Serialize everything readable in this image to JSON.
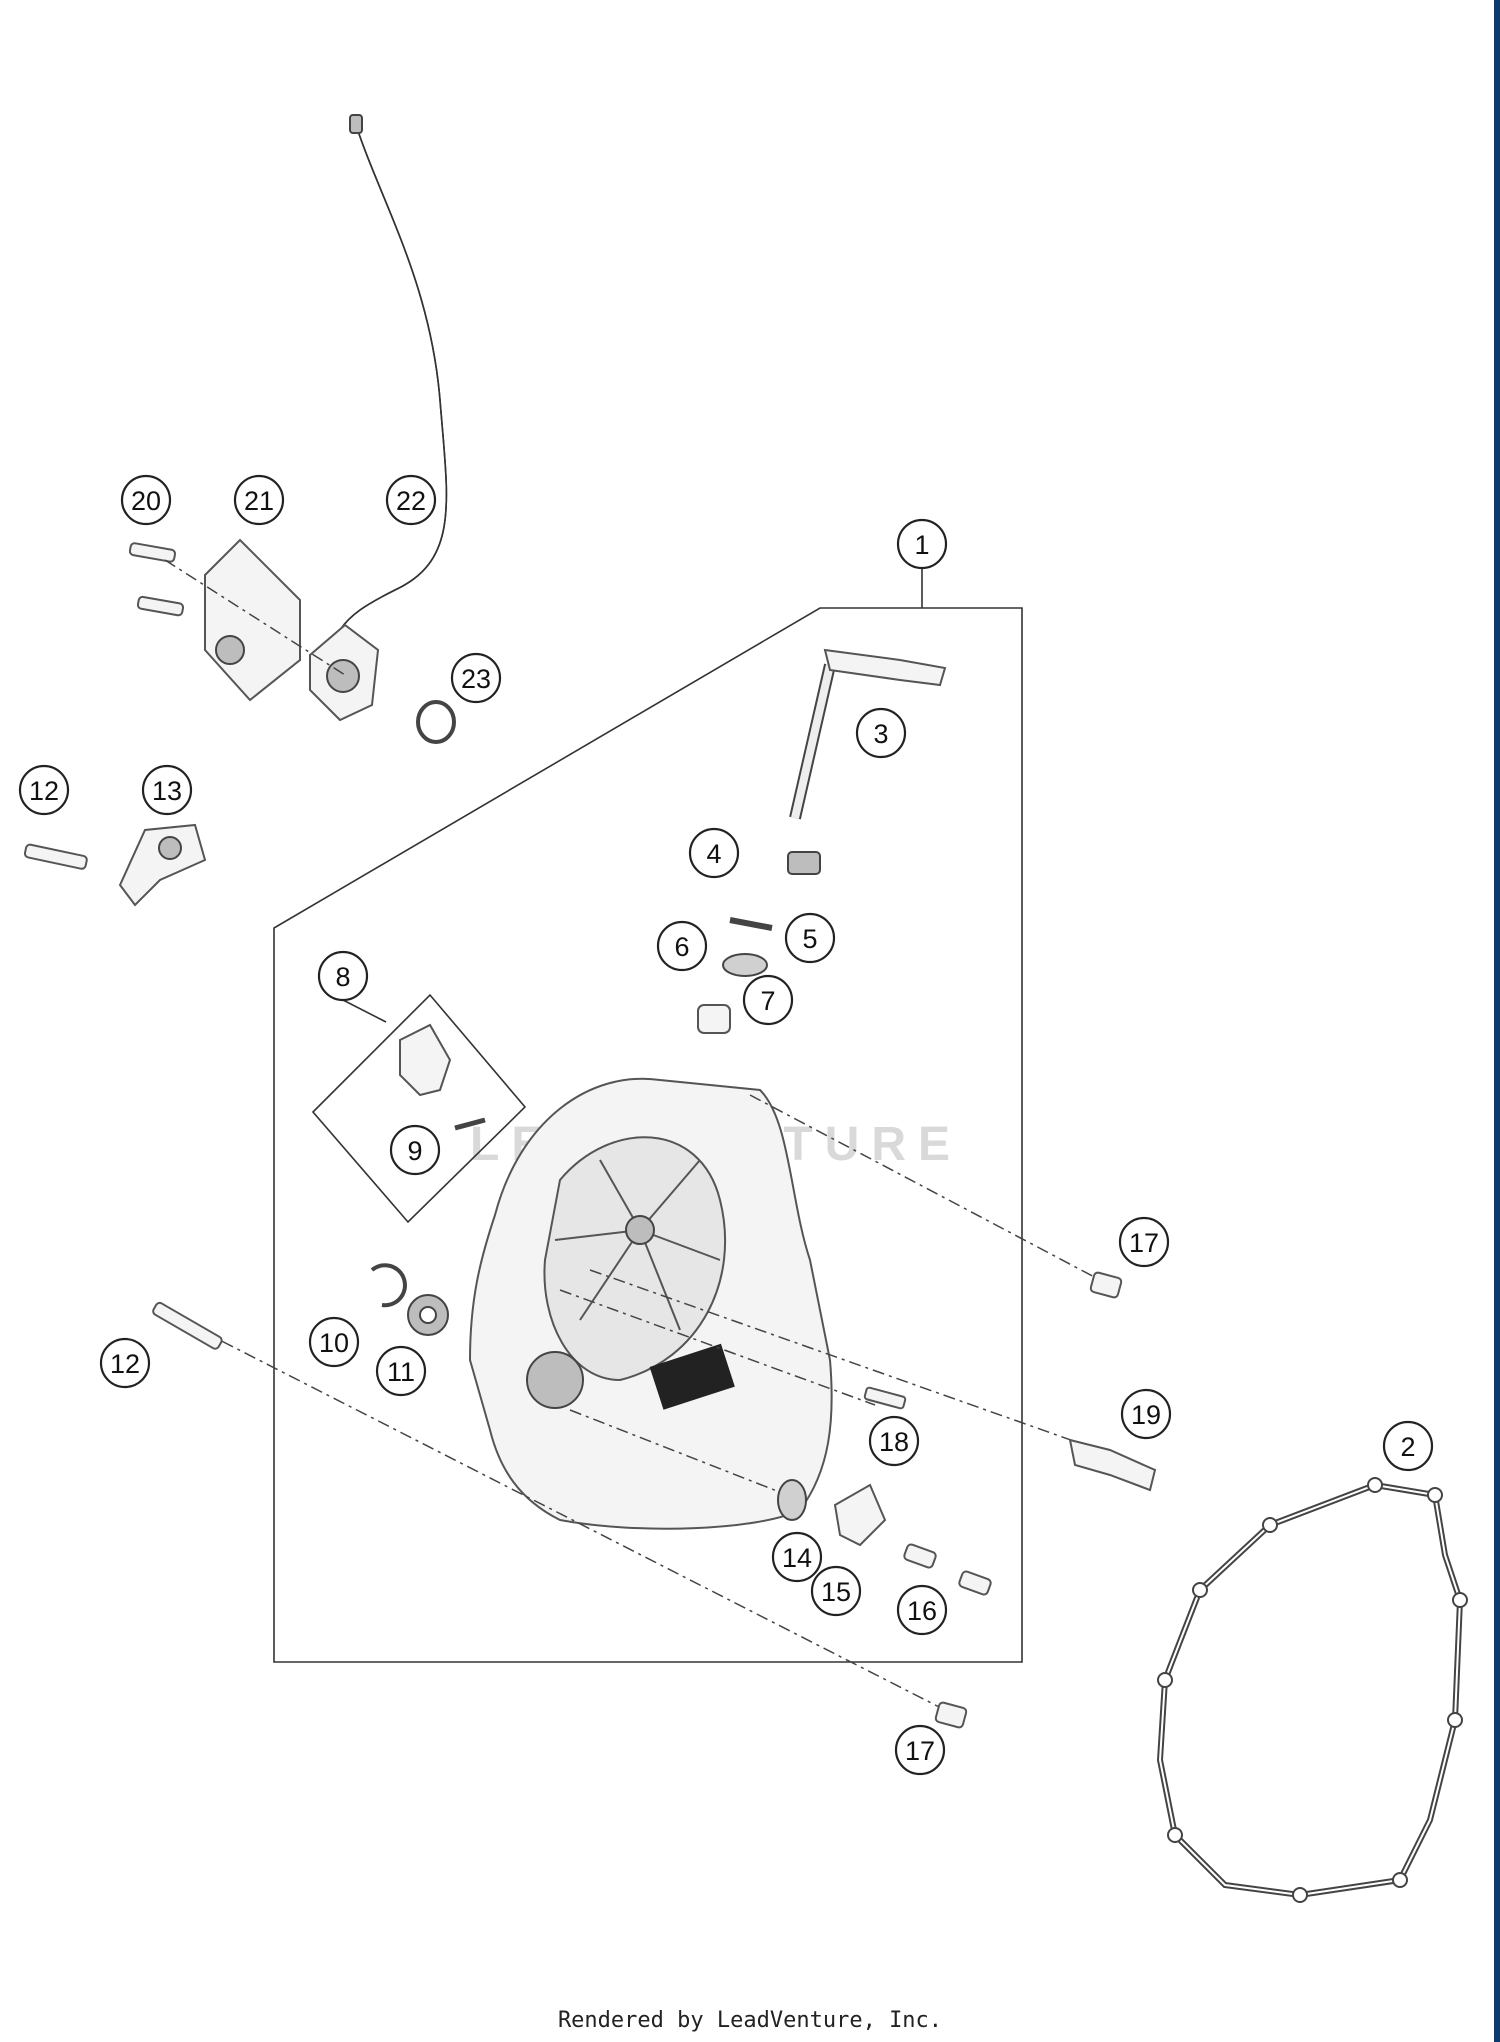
{
  "callouts": [
    "1",
    "2",
    "3",
    "4",
    "5",
    "6",
    "7",
    "8",
    "9",
    "10",
    "11",
    "12",
    "12",
    "13",
    "14",
    "15",
    "16",
    "17",
    "17",
    "18",
    "19",
    "20",
    "21",
    "22",
    "23"
  ],
  "watermark": "LEADVENTURE",
  "footer": "Rendered by LeadVenture, Inc."
}
